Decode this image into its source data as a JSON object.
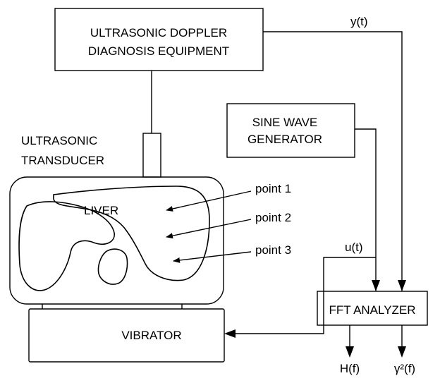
{
  "blocks": {
    "doppler_line1": "ULTRASONIC DOPPLER",
    "doppler_line2": "DIAGNOSIS EQUIPMENT",
    "sine_line1": "SINE WAVE",
    "sine_line2": "GENERATOR",
    "transducer_line1": "ULTRASONIC",
    "transducer_line2": "TRANSDUCER",
    "liver": "LIVER",
    "fft": "FFT ANALYZER",
    "vibrator": "VIBRATOR"
  },
  "points": [
    "point 1",
    "point 2",
    "point 3"
  ],
  "signals": {
    "output": "y(t)",
    "input": "u(t)",
    "transfer": "H(f)",
    "coherence": "γ²(f)"
  }
}
